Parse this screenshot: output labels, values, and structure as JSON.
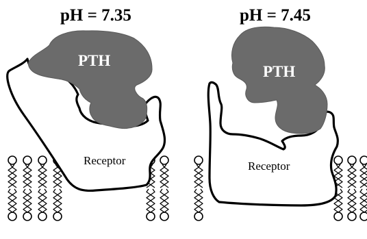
{
  "panels": [
    {
      "ph_label": "pH = 7.35",
      "ligand_label": "PTH",
      "receptor_label": "Receptor"
    },
    {
      "ph_label": "pH = 7.45",
      "ligand_label": "PTH",
      "receptor_label": "Receptor"
    }
  ],
  "colors": {
    "ligand_fill": "#6b6b6b",
    "receptor_outline": "#000000",
    "background": "#ffffff"
  },
  "icons": {
    "membrane_lipid": "phospholipid-icon"
  }
}
